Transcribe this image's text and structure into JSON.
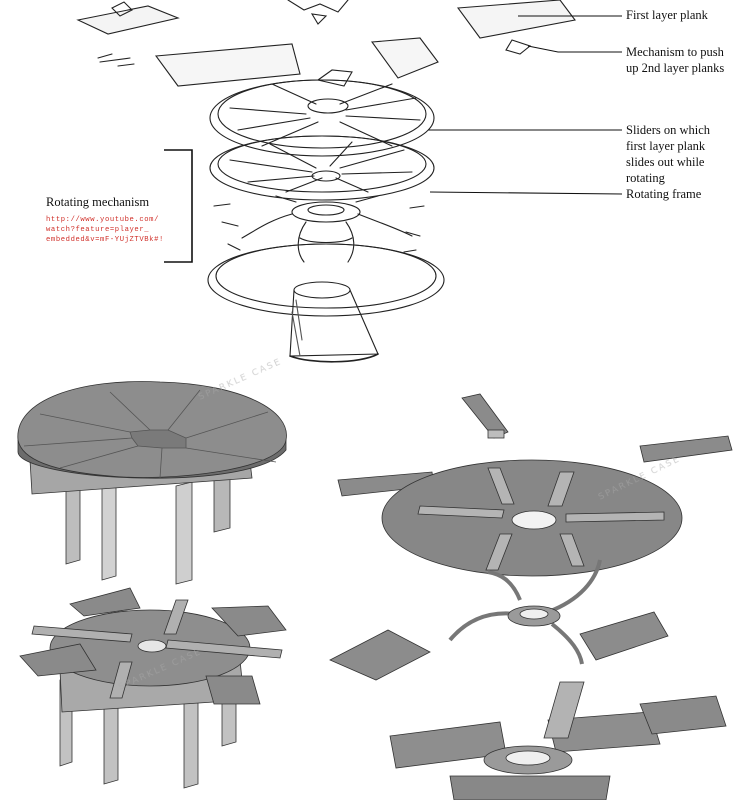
{
  "annotations": {
    "first_layer_plank": "First layer plank",
    "mechanism_push_line1": "Mechanism to push",
    "mechanism_push_line2": "up 2nd layer planks",
    "sliders_line1": "Sliders on which",
    "sliders_line2": "first layer plank",
    "sliders_line3": "slides out while",
    "sliders_line4": "rotating",
    "rotating_frame": "Rotating frame",
    "rotating_mechanism": "Rotating mechanism"
  },
  "source_link": {
    "line1": "http://www.youtube.com/",
    "line2": "watch?feature=player_",
    "line3": "embedded&v=mF-YUjZTVBk#!"
  },
  "watermark": "SPARKLE CASE",
  "colors": {
    "ink": "#111111",
    "link": "#d0302a",
    "plank_fill": "#8c8c8c",
    "plank_dark": "#5f5f5f",
    "plank_light": "#c9c9c9"
  }
}
